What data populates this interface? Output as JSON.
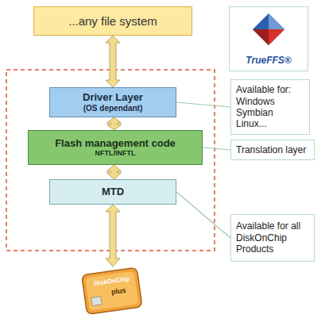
{
  "diagram": {
    "nodes": [
      {
        "text": [
          "...any file system"
        ]
      },
      {
        "text": [
          "Driver Layer",
          "(OS dependant)"
        ]
      },
      {
        "text": [
          "Flash management code",
          "NFTL/INFTL"
        ]
      },
      {
        "text": [
          "MTD"
        ]
      },
      {
        "text": [
          "TrueFFS®"
        ]
      },
      {
        "text": [
          "Available for: Windows Symbian Linux..."
        ]
      },
      {
        "text": [
          "Translation layer"
        ]
      },
      {
        "text": [
          "Available for all DiskOnChip Products"
        ]
      }
    ],
    "edges": [
      {
        "from": 0,
        "to": 1,
        "arrow": "both"
      },
      {
        "from": 1,
        "to": 2,
        "arrow": "both"
      },
      {
        "from": 2,
        "to": 3,
        "arrow": "both"
      },
      {
        "from": 1,
        "to": 5,
        "arrow": "none"
      },
      {
        "from": 2,
        "to": 6,
        "arrow": "none"
      },
      {
        "from": 3,
        "to": 7,
        "arrow": "none"
      }
    ],
    "labels": [
      "DiskOnChip",
      "plus"
    ]
  }
}
